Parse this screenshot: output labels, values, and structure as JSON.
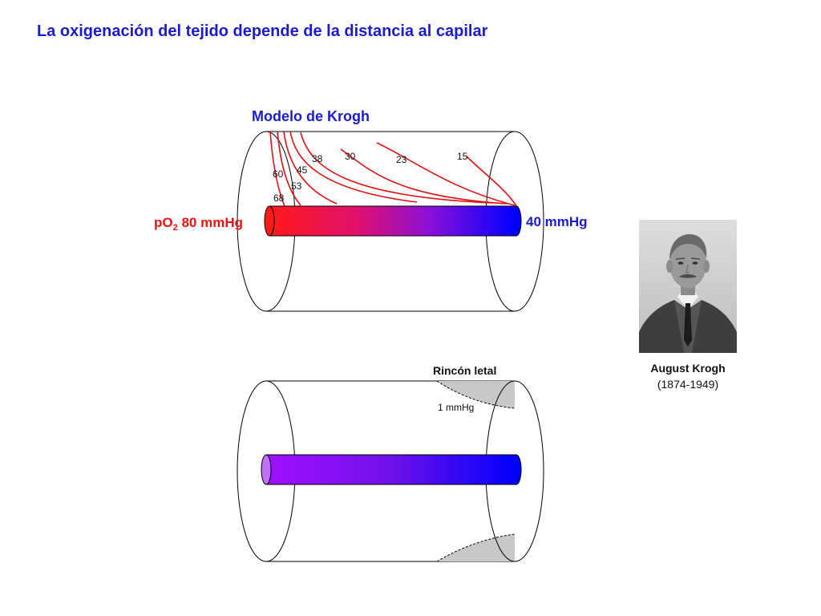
{
  "title": "La oxigenación del tejido depende de la distancia al capilar",
  "model": {
    "label": "Modelo de Krogh",
    "inlet_prefix": "pO",
    "inlet_subscript": "2",
    "inlet_value": " 80 mmHg",
    "outlet_label": "40 mmHg",
    "isobars": [
      "68",
      "60",
      "53",
      "45",
      "38",
      "30",
      "23",
      "15"
    ]
  },
  "lethal": {
    "label": "Rincón letal",
    "pressure_label": "1 mmHg"
  },
  "portrait": {
    "name": "August Krogh",
    "years": "(1874-1949)"
  },
  "colors": {
    "title": "#1a1ad0",
    "arterial": "#ff1a1a",
    "venous": "#0000ff",
    "isobar": "#dd1111",
    "lethal_fill": "#c8c8c8"
  }
}
